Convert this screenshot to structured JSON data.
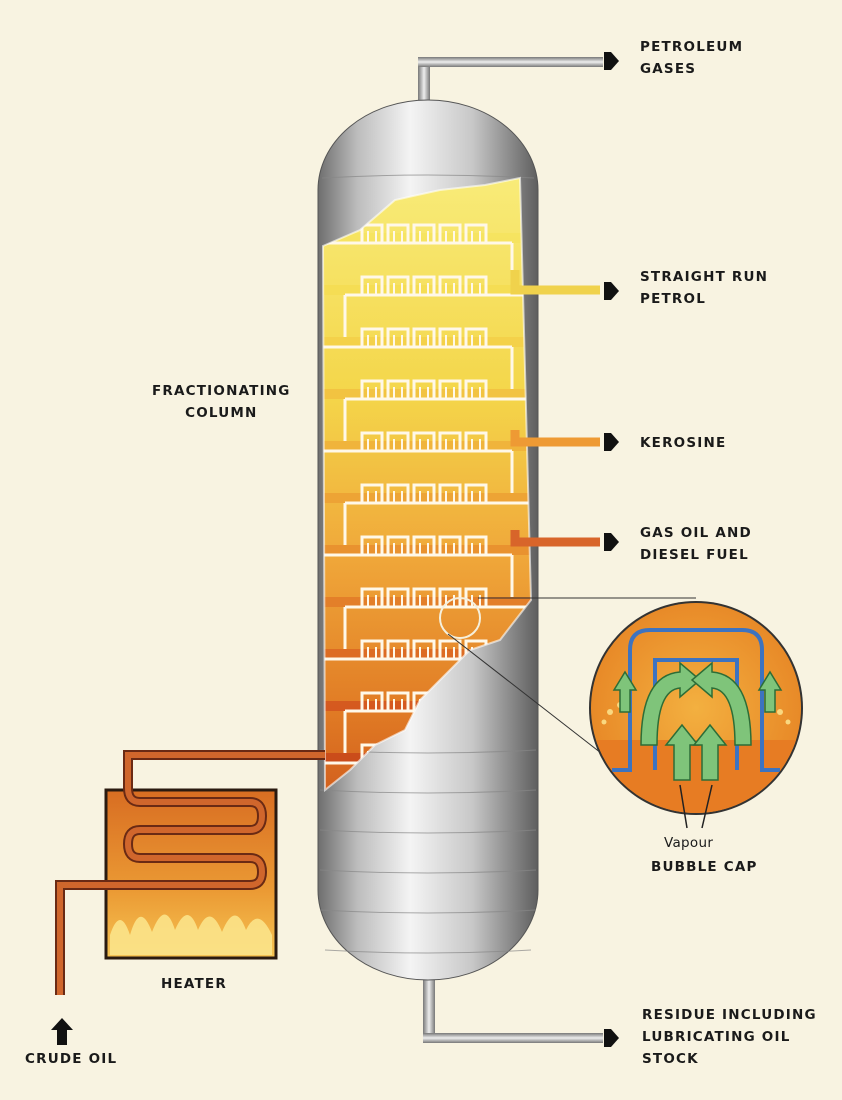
{
  "labels": {
    "petroleum_gases": [
      "PETROLEUM",
      "GASES"
    ],
    "straight_run_petrol": [
      "STRAIGHT RUN",
      "PETROL"
    ],
    "kerosine": [
      "KEROSINE"
    ],
    "gas_oil": [
      "GAS OIL AND",
      "DIESEL FUEL"
    ],
    "fractionating_column": [
      "FRACTIONATING",
      "COLUMN"
    ],
    "vapour": "Vapour",
    "bubble_cap": "BUBBLE CAP",
    "heater": "HEATER",
    "crude_oil": "CRUDE OIL",
    "residue": [
      "RESIDUE INCLUDING",
      "LUBRICATING OIL",
      "STOCK"
    ]
  },
  "colors": {
    "background": "#f8f3e1",
    "top_fraction": "#f7e35a",
    "middle_fraction": "#f2b43a",
    "bottom_fraction": "#d86a1e",
    "pipe": "#c75b28",
    "steel": "#b9b9b9",
    "vapour_arrow": "#7fc47a",
    "cap_blue": "#3d73c0"
  }
}
